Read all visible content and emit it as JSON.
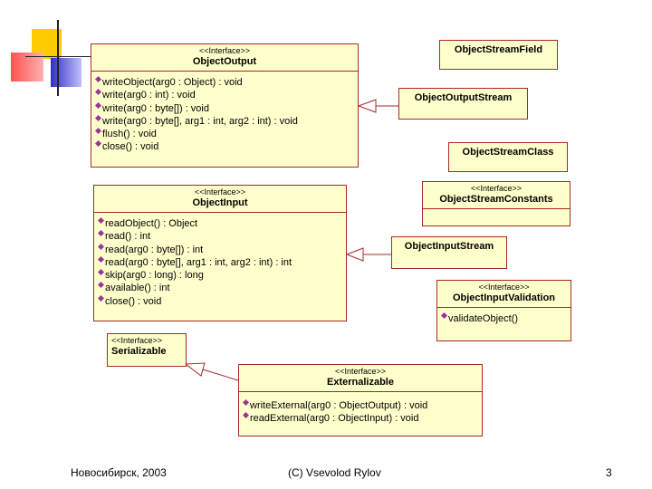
{
  "colors": {
    "box_fill": "#ffffcc",
    "box_border": "#a52a2a",
    "deco_yellow": "#ffcc00",
    "deco_red": "#ff4040",
    "deco_blue": "#3333cc",
    "operation_icon": "#993399"
  },
  "diagram": {
    "object_output": {
      "stereotype": "<<Interface>>",
      "name": "ObjectOutput",
      "operations": [
        "writeObject(arg0 : Object) : void",
        "write(arg0 : int) : void",
        "write(arg0 : byte[]) : void",
        "write(arg0 : byte[], arg1 : int, arg2 : int) : void",
        "flush() : void",
        "close() : void"
      ]
    },
    "object_input": {
      "stereotype": "<<Interface>>",
      "name": "ObjectInput",
      "operations": [
        "readObject() : Object",
        "read() : int",
        "read(arg0 : byte[]) : int",
        "read(arg0 : byte[], arg1 : int, arg2 : int) : int",
        "skip(arg0 : long) : long",
        "available() : int",
        "close() : void"
      ]
    },
    "object_stream_field": {
      "name": "ObjectStreamField"
    },
    "object_output_stream": {
      "name": "ObjectOutputStream"
    },
    "object_stream_class": {
      "name": "ObjectStreamClass"
    },
    "object_stream_constants": {
      "stereotype": "<<Interface>>",
      "name": "ObjectStreamConstants"
    },
    "object_input_stream": {
      "name": "ObjectInputStream"
    },
    "object_input_validation": {
      "stereotype": "<<Interface>>",
      "name": "ObjectInputValidation",
      "operations": [
        "validateObject()"
      ]
    },
    "serializable": {
      "stereotype": "<<Interface>>",
      "name": "Serializable"
    },
    "externalizable": {
      "stereotype": "<<Interface>>",
      "name": "Externalizable",
      "operations": [
        "writeExternal(arg0 : ObjectOutput) : void",
        "readExternal(arg0 : ObjectInput) : void"
      ]
    }
  },
  "footer": {
    "left": "Новосибирск, 2003",
    "center": "(C) Vsevolod Rylov",
    "page_number": "3"
  }
}
